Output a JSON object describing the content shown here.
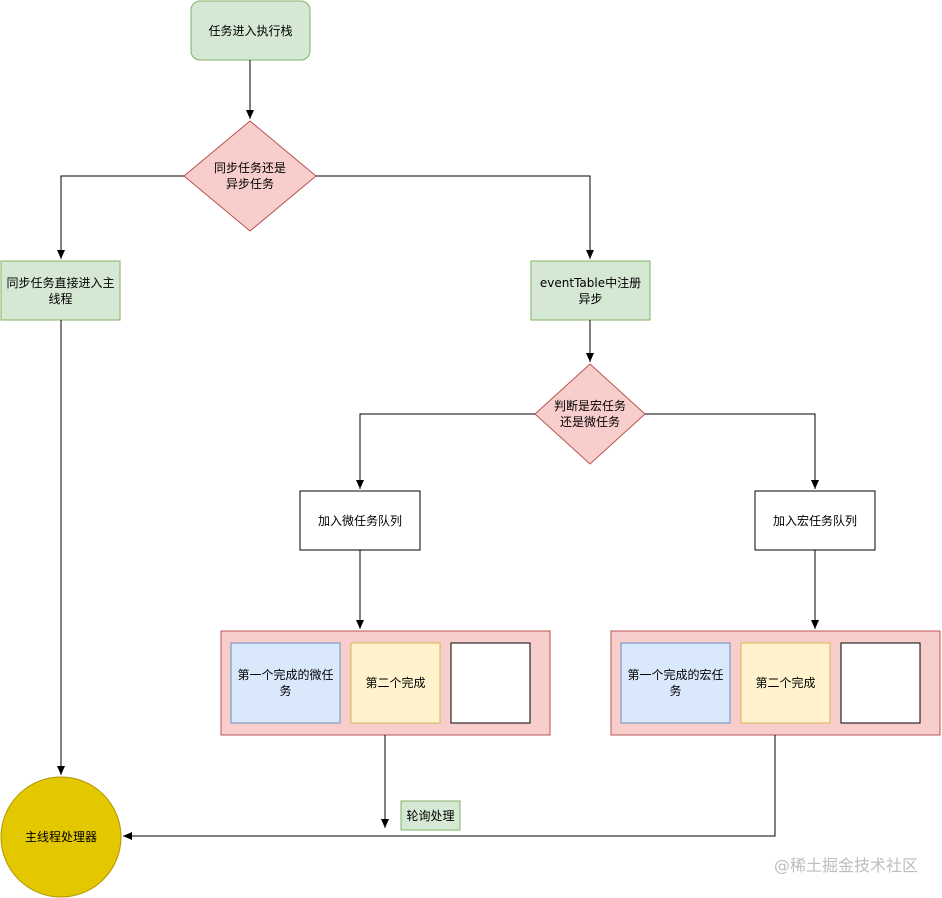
{
  "diagram": {
    "nodes": {
      "enter_stack": "任务进入执行栈",
      "decision_sync_async": "同步任务还是\n异步任务",
      "sync_main_thread": "同步任务直接进入主线程",
      "event_table": "eventTable中注册异步",
      "decision_macro_micro": "判断是宏任务\n还是微任务",
      "add_micro_queue": "加入微任务队列",
      "add_macro_queue": "加入宏任务队列",
      "micro_first": "第一个完成的微任务",
      "micro_second": "第二个完成",
      "macro_first": "第一个完成的宏任务",
      "macro_second": "第二个完成",
      "polling": "轮询处理",
      "main_processor": "主线程处理器"
    },
    "colors": {
      "green_fill": "#d5e8d4",
      "green_stroke": "#82b366",
      "red_fill": "#f8cecc",
      "red_stroke": "#b85450",
      "blue_fill": "#dae8fc",
      "blue_stroke": "#6c8ebf",
      "yellow_fill": "#fff2cc",
      "yellow_stroke": "#d6b656",
      "gold_fill": "#e3c800",
      "gold_stroke": "#b09500"
    }
  },
  "watermark": "@稀土掘金技术社区"
}
